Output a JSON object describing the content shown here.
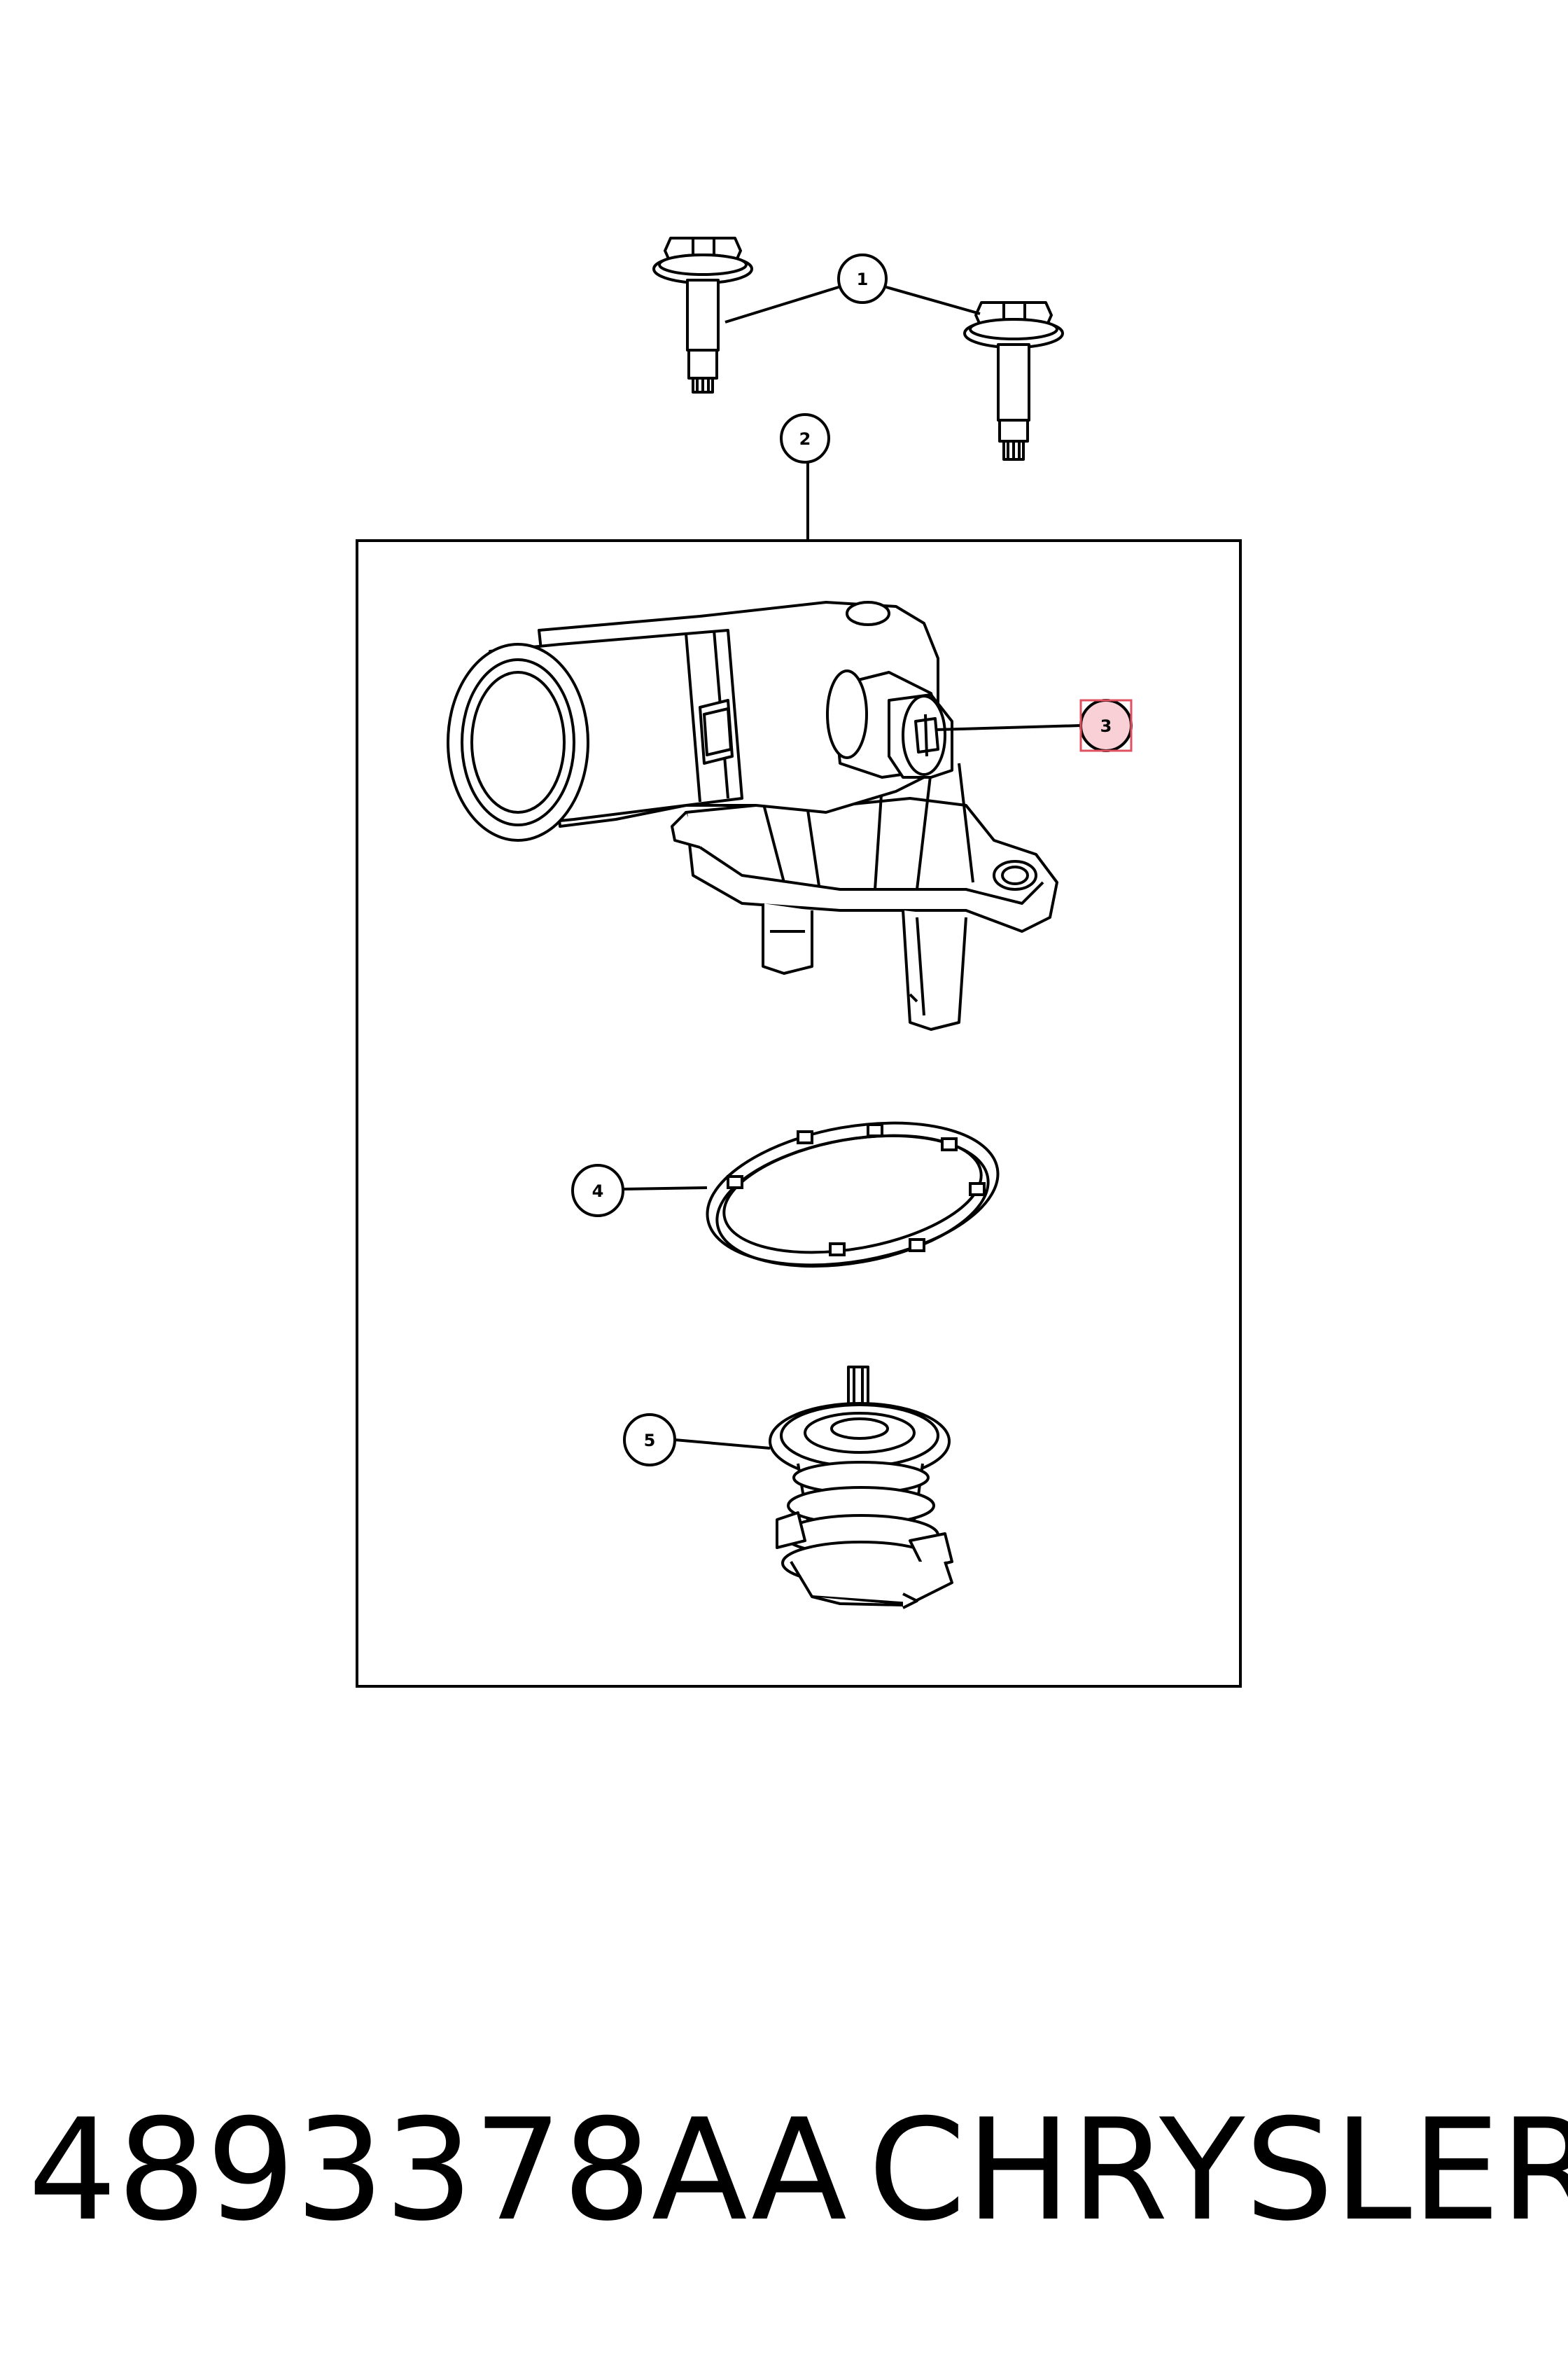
{
  "callouts": [
    {
      "id": "1",
      "label": "1"
    },
    {
      "id": "2",
      "label": "2"
    },
    {
      "id": "3",
      "label": "3"
    },
    {
      "id": "4",
      "label": "4"
    },
    {
      "id": "5",
      "label": "5"
    }
  ],
  "highlighted_callout": "3",
  "colors": {
    "line": "#000000",
    "highlight_fill": "#f8d0d6",
    "highlight_stroke": "#e05060"
  },
  "caption": {
    "part_number": "4893378AA",
    "brand": "CHRYSLER"
  }
}
